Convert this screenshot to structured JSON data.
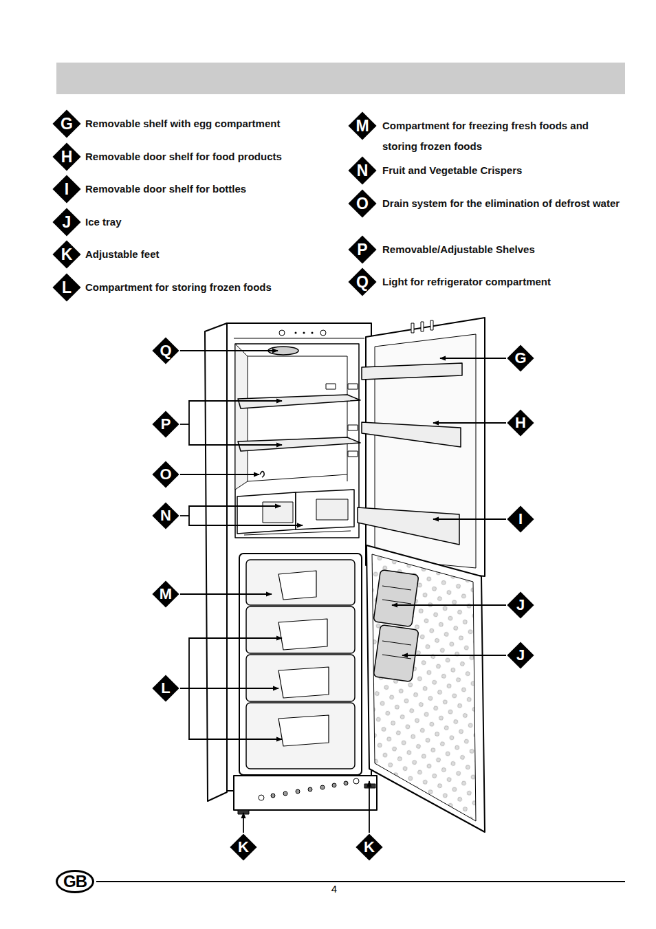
{
  "diagram": {
    "nodes": [
      {
        "text": [
          "G",
          "Removable shelf with egg compartment"
        ]
      },
      {
        "text": [
          "H",
          "Removable door shelf for food products"
        ]
      },
      {
        "text": [
          "I",
          "Removable door shelf for bottles"
        ]
      },
      {
        "text": [
          "J",
          "Ice tray"
        ]
      },
      {
        "text": [
          "K",
          "Adjustable feet"
        ]
      },
      {
        "text": [
          "L",
          "Compartment for storing frozen foods"
        ]
      },
      {
        "text": [
          "M",
          "Compartment for freezing fresh foods and storing frozen foods"
        ]
      },
      {
        "text": [
          "N",
          "Fruit and Vegetable Crispers"
        ]
      },
      {
        "text": [
          "O",
          "Drain system for the elimination of defrost water"
        ]
      },
      {
        "text": [
          "P",
          "Removable/Adjustable Shelves"
        ]
      },
      {
        "text": [
          "Q",
          "Light for refrigerator compartment"
        ]
      },
      {
        "text": [
          "Q"
        ]
      },
      {
        "text": [
          "G"
        ]
      },
      {
        "text": [
          "P"
        ]
      },
      {
        "text": [
          "H"
        ]
      },
      {
        "text": [
          "O"
        ]
      },
      {
        "text": [
          "N"
        ]
      },
      {
        "text": [
          "I"
        ]
      },
      {
        "text": [
          "M"
        ]
      },
      {
        "text": [
          "J"
        ]
      },
      {
        "text": [
          "J"
        ]
      },
      {
        "text": [
          "L"
        ]
      },
      {
        "text": [
          "K"
        ]
      },
      {
        "text": [
          "K"
        ]
      },
      {
        "text": [
          "GB"
        ]
      }
    ],
    "labels": [
      "4"
    ]
  }
}
